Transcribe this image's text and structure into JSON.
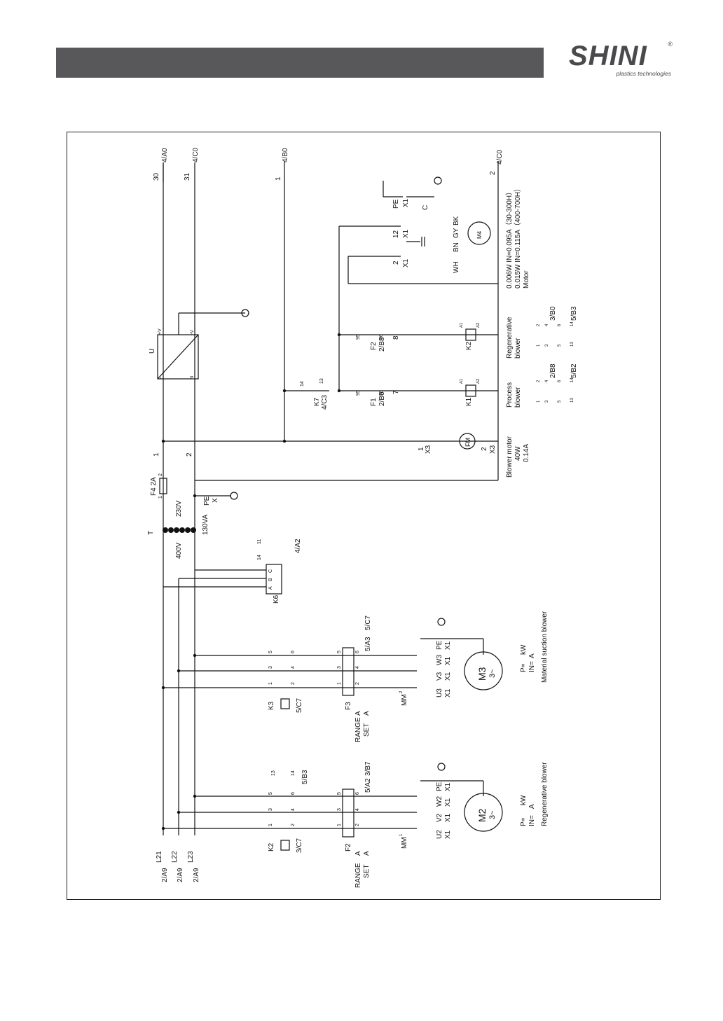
{
  "logo": {
    "word": "SHINI",
    "sub": "plastics technologies",
    "reg": "®"
  },
  "colors": {
    "header": "#58585a",
    "line": "#111111"
  },
  "refs": {
    "a30": "30",
    "a4A0": "4/A0",
    "a31": "31",
    "a4C0": "4/C0",
    "b1": "1",
    "b4B0": "4/B0",
    "c2": "2",
    "c4C0": "4/C0",
    "l1": "1",
    "l2": "2",
    "s2A9a": "2/A9",
    "s2A9b": "2/A9",
    "s2A9c": "2/A9",
    "L21": "L21",
    "L22": "L22",
    "L23": "L23"
  },
  "u": {
    "name": "U",
    "t1": "L",
    "t2": "N",
    "t3": "+V",
    "t4": "-V"
  },
  "fuse": {
    "label": "F4 2A",
    "t1": "1",
    "t2": "2"
  },
  "transformer": {
    "name": "T",
    "v_out": "230V",
    "v_in": "400V",
    "rating": "130VA",
    "pe": "PE",
    "x": "X"
  },
  "k6": {
    "name": "K6",
    "a": "A",
    "b": "B",
    "c": "C",
    "ref": "4/A2",
    "n1": "11",
    "n2": "14"
  },
  "k7": {
    "name": "K7",
    "ref": "4/C3",
    "n13": "13",
    "n14": "14"
  },
  "f1": {
    "name": "F1",
    "ref": "2/B6",
    "n95": "95",
    "n96": "96",
    "num": "7"
  },
  "f2": {
    "name": "F2",
    "ref": "2/B8",
    "n95": "95",
    "n96": "96",
    "num": "8"
  },
  "k1": {
    "name": "K1",
    "a1": "A1",
    "a2": "A2",
    "desc1": "Process",
    "desc2": "blower",
    "c1": "1",
    "c2": "2",
    "c3": "3",
    "c4": "4",
    "c5": "5",
    "c6": "6",
    "c13": "13",
    "c14": "14",
    "ref1": "2/B8",
    "ref2": "5/B2"
  },
  "k2": {
    "name": "K2",
    "a1": "A1",
    "a2": "A2",
    "desc1": "Regenerative",
    "desc2": "blower",
    "c1": "1",
    "c2": "2",
    "c3": "3",
    "c4": "4",
    "c5": "5",
    "c6": "6",
    "c13": "13",
    "c14": "14",
    "ref1": "3/B0",
    "ref2": "5/B3"
  },
  "fm": {
    "name": "FM",
    "x3a": "X3",
    "x3b": "X3",
    "n1": "1",
    "n2": "2",
    "d1": "Blower motor",
    "d2": "40W",
    "d3": "0.14A"
  },
  "m4": {
    "name": "M4",
    "pe": "PE",
    "x1a": "X1",
    "x1b": "X1",
    "x1c": "X1",
    "n12": "12",
    "n2": "2",
    "c": "C",
    "wh": "WH",
    "bn": "BN",
    "gy": "GY",
    "bk": "BK",
    "d1": "0.006W IN=0.095A（30-300H）",
    "d2": "0.015W IN=0.115A（400-700H）",
    "d3": "Motor"
  },
  "k3": {
    "name": "K3",
    "ref": "5/C7",
    "n1": "1",
    "n2": "2",
    "n3": "3",
    "n4": "4",
    "n5": "5",
    "n6": "6"
  },
  "f3": {
    "name": "F3",
    "range": "RANGE",
    "set": "SET",
    "unit_a1": "A",
    "unit_a2": "A",
    "ref1": "5/A3",
    "ref2": "5/C7",
    "n1": "1",
    "n2": "2",
    "n3": "3",
    "n4": "4",
    "n5": "5",
    "n6": "6",
    "mm": "MM",
    "sup": "2"
  },
  "m3": {
    "name": "M3",
    "sub": "3~",
    "u": "U3",
    "v": "V3",
    "w": "W3",
    "pe": "PE",
    "x1a": "X1",
    "x1b": "X1",
    "x1c": "X1",
    "x1d": "X1",
    "p": "P=",
    "kw": "kW",
    "in": "IN=",
    "amp": "A",
    "d": "Material suction blower"
  },
  "k2m": {
    "name": "K2",
    "ref": "3/C7",
    "ref2": "5/B3",
    "n1": "1",
    "n2": "2",
    "n3": "3",
    "n4": "4",
    "n5": "5",
    "n6": "6",
    "n13": "13",
    "n14": "14"
  },
  "f2m": {
    "name": "F2",
    "range": "RANGE",
    "set": "SET",
    "unit_a1": "A",
    "unit_a2": "A",
    "ref1": "5/A2",
    "ref2": "3/B7",
    "n1": "1",
    "n2": "2",
    "n3": "3",
    "n4": "4",
    "n5": "5",
    "n6": "6",
    "mm": "MM",
    "sup": "1"
  },
  "m2": {
    "name": "M2",
    "sub": "3~",
    "u": "U2",
    "v": "V2",
    "w": "W2",
    "pe": "PE",
    "x1a": "X1",
    "x1b": "X1",
    "x1c": "X1",
    "x1d": "X1",
    "p": "P=",
    "kw": "kW",
    "in": "IN=",
    "amp": "A",
    "d": "Regenerative blower"
  }
}
